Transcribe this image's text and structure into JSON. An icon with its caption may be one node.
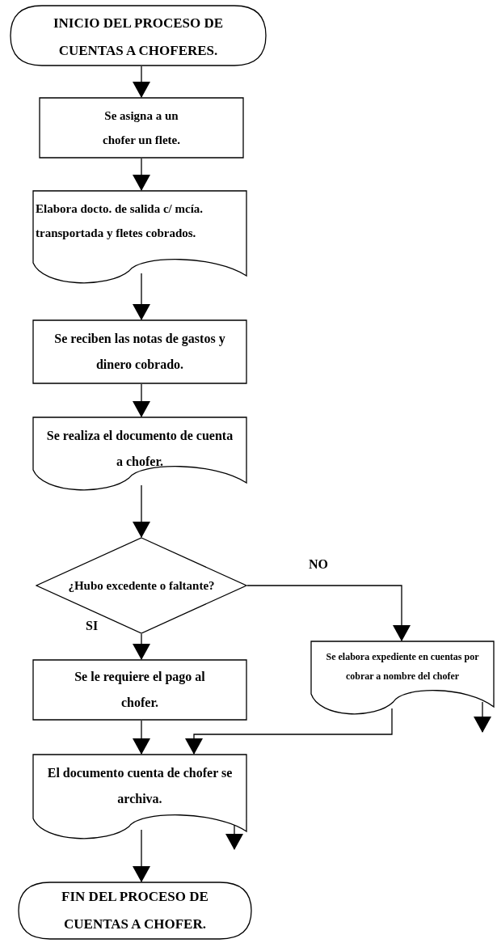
{
  "diagram": {
    "nodes": [
      {
        "text": [
          "INICIO DEL PROCESO DE CUENTAS A CHOFERES."
        ]
      },
      {
        "text": [
          "Se asigna a un chofer un flete."
        ]
      },
      {
        "text": [
          "Elabora docto. de salida c/ mcía. transportada y fletes cobrados."
        ]
      },
      {
        "text": [
          "Se reciben las notas de gastos y dinero cobrado."
        ]
      },
      {
        "text": [
          "Se realiza el documento de cuenta a chofer."
        ]
      },
      {
        "text": [
          "¿Hubo excedente o faltante?"
        ]
      },
      {
        "text": [
          "Se le requiere el pago al chofer."
        ]
      },
      {
        "text": [
          "Se elabora expediente en cuentas por cobrar a nombre del chofer"
        ]
      },
      {
        "text": [
          "El documento cuenta de chofer se archiva."
        ]
      },
      {
        "text": [
          "FIN DEL PROCESO DE CUENTAS A CHOFER."
        ]
      }
    ],
    "edges": [
      {
        "from": 0,
        "to": 1,
        "arrow": "to"
      },
      {
        "from": 1,
        "to": 2,
        "arrow": "to"
      },
      {
        "from": 2,
        "to": 3,
        "arrow": "to"
      },
      {
        "from": 3,
        "to": 4,
        "arrow": "to"
      },
      {
        "from": 4,
        "to": 5,
        "arrow": "to"
      },
      {
        "from": 5,
        "to": 6,
        "arrow": "to",
        "label": "SI"
      },
      {
        "from": 5,
        "to": 7,
        "arrow": "to",
        "label": "NO"
      },
      {
        "from": 6,
        "to": 8,
        "arrow": "to"
      },
      {
        "from": 7,
        "to": 8,
        "arrow": "to"
      },
      {
        "from": 8,
        "to": 9,
        "arrow": "to"
      },
      {
        "from": 7,
        "to": null,
        "arrow": "to"
      },
      {
        "from": 8,
        "to": null,
        "arrow": "to"
      }
    ]
  }
}
